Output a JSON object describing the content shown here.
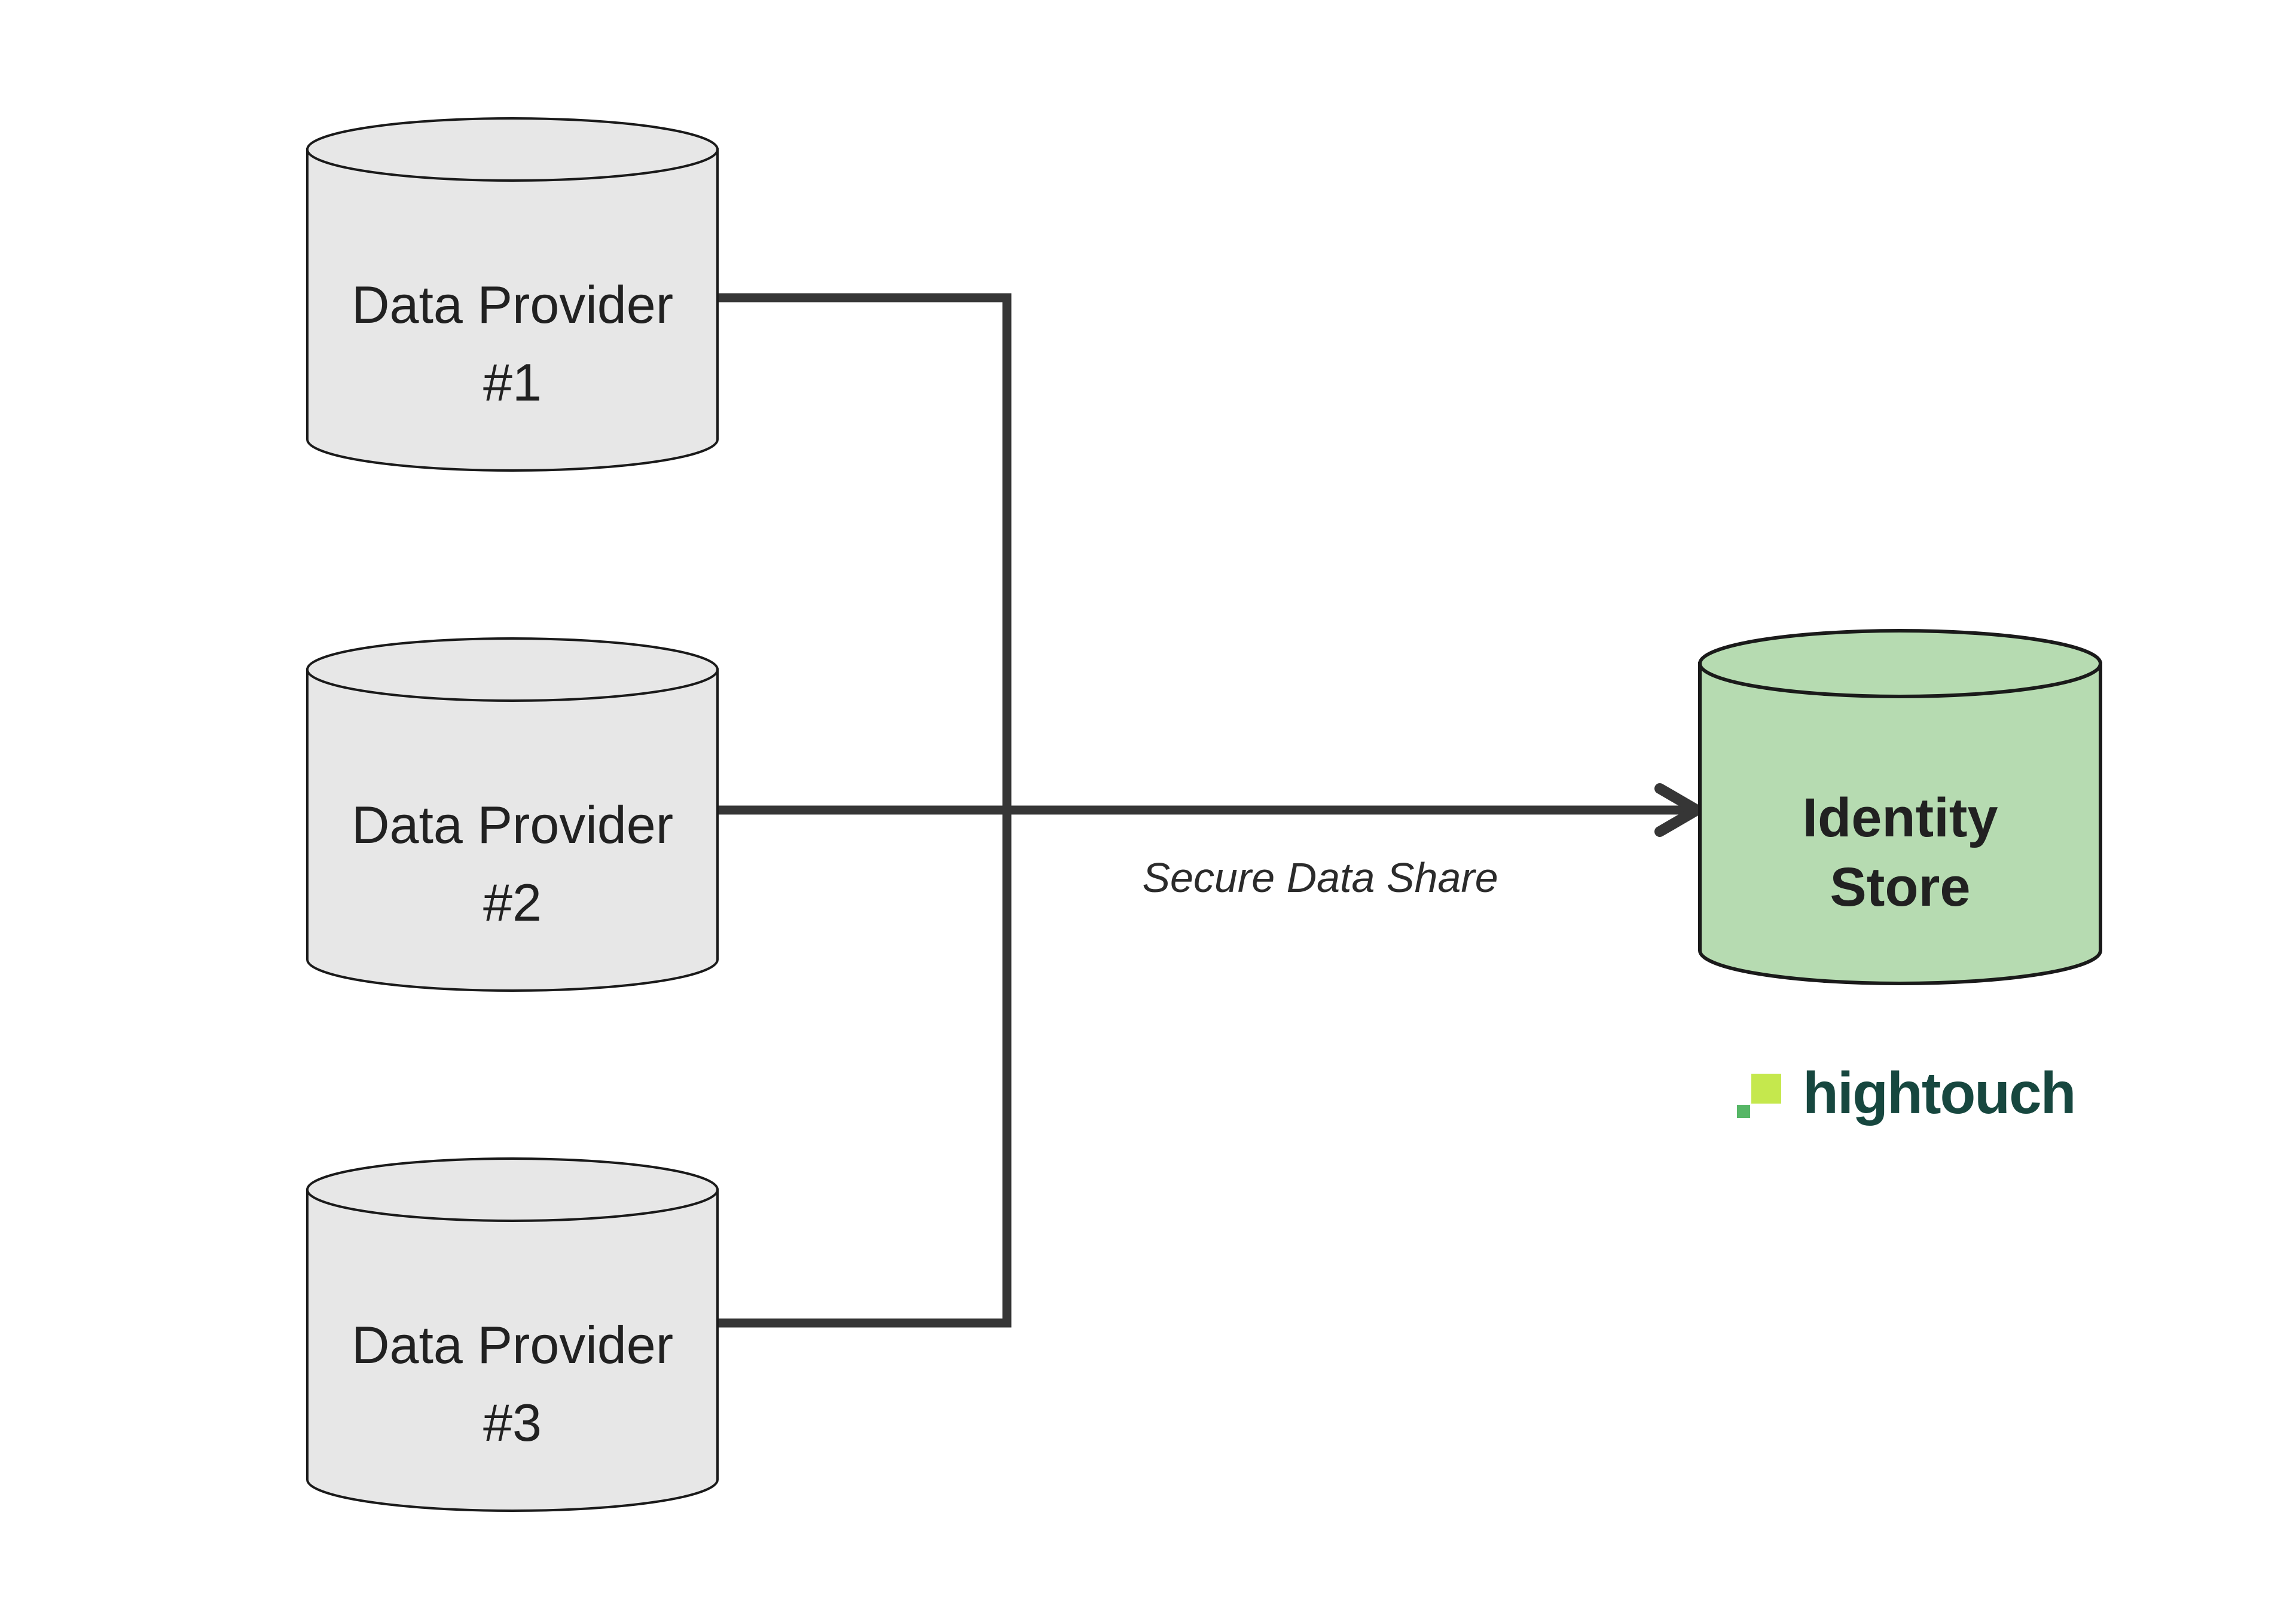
{
  "background": "#ffffff",
  "colors": {
    "background": "#ffffff",
    "provider_fill": "#e7e7e7",
    "shape_stroke": "#1a1a1a",
    "store_fill": "#b6dbb1",
    "connector": "#363636",
    "label_text": "#212121",
    "logo_teal": "#17473f",
    "logo_lime": "#c5e84d",
    "logo_green": "#56b666"
  },
  "nodes": {
    "providers": [
      {
        "line1": "Data Provider",
        "line2": "#1"
      },
      {
        "line1": "Data Provider",
        "line2": "#2"
      },
      {
        "line1": "Data Provider",
        "line2": "#3"
      }
    ],
    "identity_store": {
      "line1": "Identity",
      "line2": "Store"
    }
  },
  "edges": {
    "arrow_label": "Secure Data Share"
  },
  "logo": {
    "wordmark": "hightouch"
  }
}
